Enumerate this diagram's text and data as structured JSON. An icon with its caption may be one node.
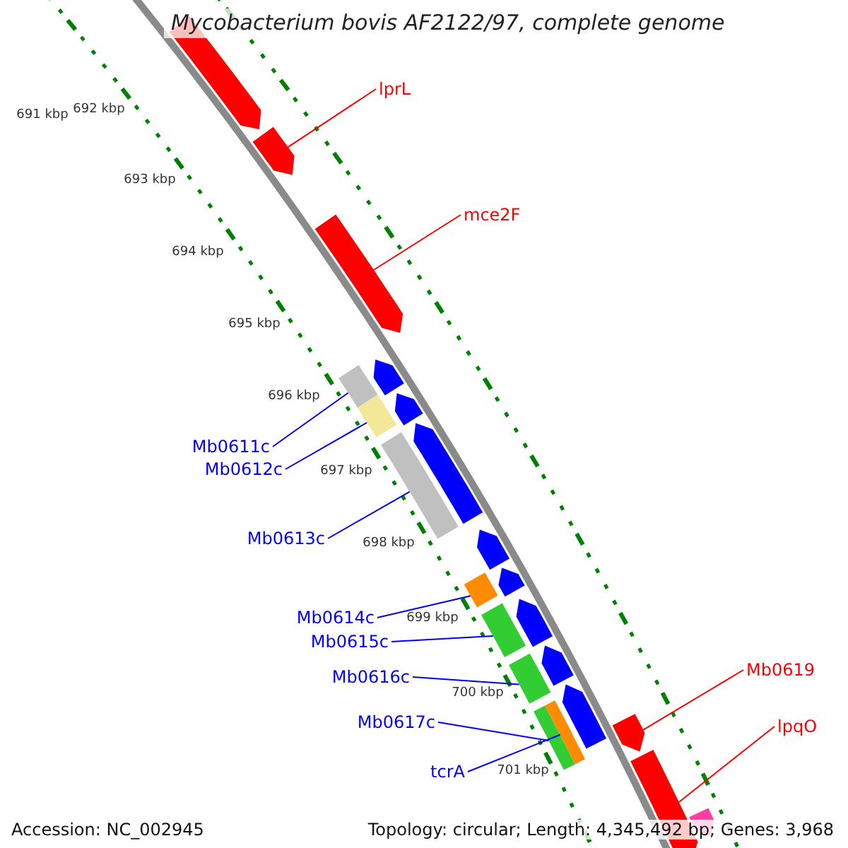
{
  "diagram": {
    "title": "Mycobacterium bovis AF2122/97, complete genome",
    "nodes": [
      {
        "text": [
          "lprL"
        ]
      },
      {
        "text": [],
        "shape": "pentagon"
      },
      {
        "text": [
          "mce2F"
        ]
      },
      {
        "text": [],
        "shape": "pentagon"
      },
      {
        "text": [
          "Mb0611c"
        ]
      },
      {
        "text": [],
        "shape": "bar"
      },
      {
        "text": [
          "Mb0612c"
        ]
      },
      {
        "text": [],
        "shape": "bar"
      },
      {
        "text": [
          "Mb0613c"
        ]
      },
      {
        "text": [],
        "shape": "bar"
      },
      {
        "text": [
          "Mb0614c"
        ]
      },
      {
        "text": [],
        "shape": "bar"
      },
      {
        "text": [
          "Mb0615c"
        ]
      },
      {
        "text": [],
        "shape": "bar"
      },
      {
        "text": [
          "Mb0616c"
        ]
      },
      {
        "text": [],
        "shape": "bar"
      },
      {
        "text": [
          "Mb0617c"
        ]
      },
      {
        "text": [],
        "shape": "bar"
      },
      {
        "text": [
          "tcrA"
        ]
      },
      {
        "text": [],
        "shape": "bar"
      },
      {
        "text": [
          "Mb0619"
        ]
      },
      {
        "text": [],
        "shape": "pentagon"
      },
      {
        "text": [
          "lpqO"
        ]
      },
      {
        "text": [],
        "shape": "pentagon"
      },
      {
        "text": [],
        "shape": "pentagon"
      },
      {
        "text": [],
        "shape": "pentagon"
      },
      {
        "text": [],
        "shape": "pentagon"
      },
      {
        "text": [],
        "shape": "pentagon"
      },
      {
        "text": [],
        "shape": "pentagon"
      },
      {
        "text": [],
        "shape": "pentagon"
      },
      {
        "text": [],
        "shape": "pentagon"
      },
      {
        "text": [],
        "shape": "pentagon"
      },
      {
        "text": [],
        "shape": "pentagon"
      },
      {
        "text": [],
        "shape": "pentagon"
      }
    ],
    "edges": [
      {
        "from": 0,
        "to": 1,
        "arrow": "none",
        "color": "#ff0000"
      },
      {
        "from": 2,
        "to": 3,
        "arrow": "none",
        "color": "#ff0000"
      },
      {
        "from": 4,
        "to": 5,
        "arrow": "none"
      },
      {
        "from": 6,
        "to": 7,
        "arrow": "none"
      },
      {
        "from": 8,
        "to": 9,
        "arrow": "none"
      },
      {
        "from": 10,
        "to": 11,
        "arrow": "none"
      },
      {
        "from": 12,
        "to": 13,
        "arrow": "none"
      },
      {
        "from": 14,
        "to": 15,
        "arrow": "none"
      },
      {
        "from": 16,
        "to": 17,
        "arrow": "none"
      },
      {
        "from": 18,
        "to": 19,
        "arrow": "none"
      },
      {
        "from": 20,
        "to": 21,
        "arrow": "none",
        "color": "#ff0000"
      },
      {
        "from": 22,
        "to": 23,
        "arrow": "none",
        "color": "#ff0000"
      }
    ],
    "labels": [
      "691 kbp",
      "692 kbp",
      "693 kbp",
      "694 kbp",
      "695 kbp",
      "696 kbp",
      "697 kbp",
      "698 kbp",
      "699 kbp",
      "700 kbp",
      "701 kbp",
      "Accession: NC_002945",
      "Topology: circular; Length: 4,345,492 bp; Genes: 3,968"
    ]
  }
}
